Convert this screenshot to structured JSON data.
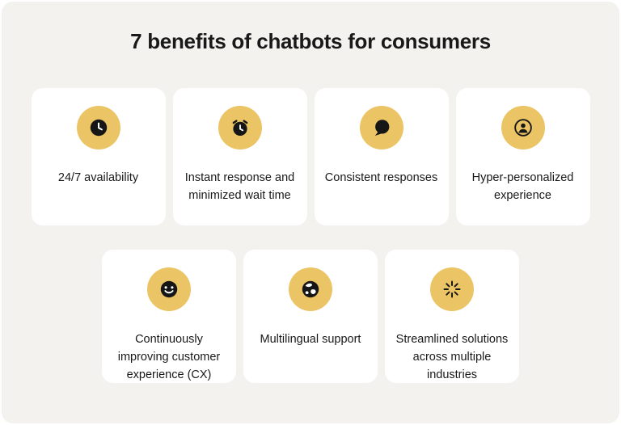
{
  "title": "7 benefits of chatbots for consumers",
  "colors": {
    "panel_bg": "#f3f2ef",
    "card_bg": "#ffffff",
    "accent": "#ebc565",
    "text": "#191919",
    "icon_glyph": "#161616"
  },
  "cards": [
    {
      "icon": "clock-icon",
      "label": "24/7 availability"
    },
    {
      "icon": "alarm-clock-icon",
      "label": "Instant response and minimized wait time"
    },
    {
      "icon": "chat-bubble-icon",
      "label": "Consistent responses"
    },
    {
      "icon": "user-circle-icon",
      "label": "Hyper-personalized experience"
    },
    {
      "icon": "smiley-face-icon",
      "label": "Continuously improving customer experience (CX)"
    },
    {
      "icon": "globe-icon",
      "label": "Multilingual support"
    },
    {
      "icon": "sparkle-burst-icon",
      "label": "Streamlined solutions across multiple industries"
    }
  ]
}
